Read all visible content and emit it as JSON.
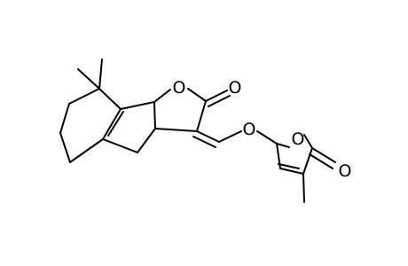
{
  "diagram": {
    "atoms": {
      "ring_oxygen": "O",
      "carbonyl_oxygen": "O",
      "ether_oxygen": "O",
      "butenolide_ring_oxygen": "O",
      "butenolide_carbonyl_oxygen": "O"
    },
    "colors": {
      "bond": "#000000",
      "label": "#000000",
      "background": "#ffffff"
    }
  }
}
